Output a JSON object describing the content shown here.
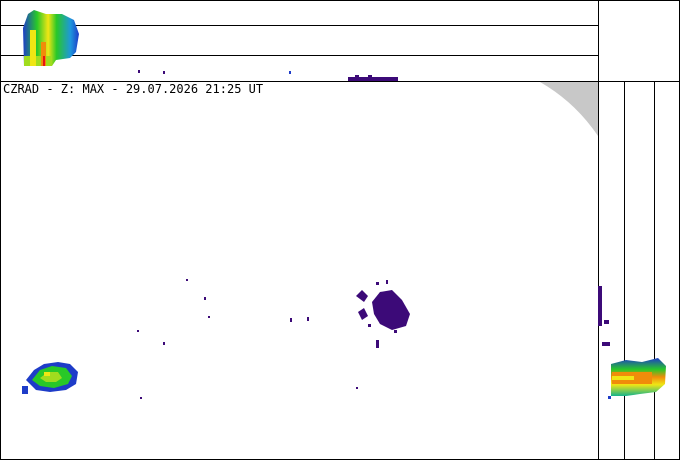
{
  "header": {
    "title": "CZRAD - Z: MAX - 29.07.2026 21:25 UT"
  },
  "palette": {
    "frame": "#000000",
    "background": "#ffffff",
    "out_of_range": "#c8c8c8",
    "weak_echo": "#3c0a78",
    "echo_scale": [
      "#3c0a78",
      "#1e3cc8",
      "#1e96dc",
      "#14b48c",
      "#28c828",
      "#a0dc1e",
      "#f0e614",
      "#f08c0a",
      "#e61414"
    ]
  },
  "panels": [
    "max-plan-view",
    "north-south-projection",
    "west-east-projection",
    "corner-box"
  ]
}
